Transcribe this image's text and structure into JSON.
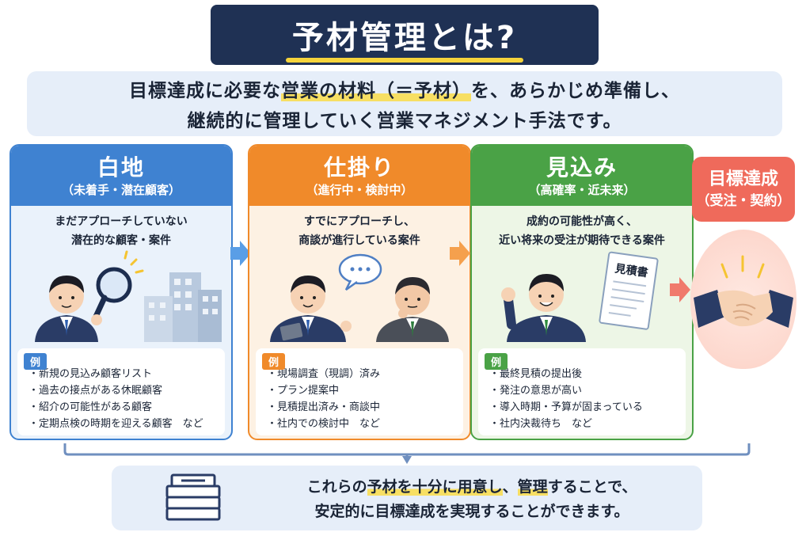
{
  "title": "予材管理とは?",
  "intro": {
    "line1_pre": "目標達成に必要な",
    "line1_hl": "営業の材料（＝予材）",
    "line1_post": "を、あらかじめ準備し、",
    "line2": "継続的に管理していく営業マネジメント手法です。"
  },
  "stages": [
    {
      "name": "白地",
      "sub": "（未着手・潜在顧客）",
      "desc": [
        "まだアプローチしていない",
        "潜在的な顧客・案件"
      ],
      "example_label": "例",
      "examples": [
        "・新規の見込み顧客リスト",
        "・過去の接点がある休眠顧客",
        "・紹介の可能性がある顧客",
        "・定期点検の時期を迎える顧客　など"
      ],
      "color": "#3f82d1"
    },
    {
      "name": "仕掛り",
      "sub": "（進行中・検討中）",
      "desc": [
        "すでにアプローチし、",
        "商談が進行している案件"
      ],
      "example_label": "例",
      "examples": [
        "・現場調査（現調）済み",
        "・プラン提案中",
        "・見積提出済み・商談中",
        "・社内での検討中　など"
      ],
      "color": "#f08a2a"
    },
    {
      "name": "見込み",
      "sub": "（高確率・近未来）",
      "desc": [
        "成約の可能性が高く、",
        "近い将来の受注が期待できる案件"
      ],
      "example_label": "例",
      "examples": [
        "・最終見積の提出後",
        "・発注の意思が高い",
        "・導入時期・予算が固まっている",
        "・社内決裁待ち　など"
      ],
      "color": "#4aa246",
      "doc_label": "見積書"
    }
  ],
  "goal": {
    "name": "目標達成",
    "sub": "（受注・契約）",
    "color": "#ef6a5b"
  },
  "summary": {
    "line1_a": "これらの",
    "line1_hl1": "予材を十分に用意し",
    "line1_b": "、",
    "line1_hl2": "管理",
    "line1_c": "することで、",
    "line2": "安定的に目標達成を実現することができます。"
  },
  "icons": [
    "magnifier-icon",
    "buildings-icon",
    "speech-bubble-icon",
    "estimate-document-icon",
    "handshake-icon",
    "document-stack-icon",
    "arrow-right-icon"
  ]
}
